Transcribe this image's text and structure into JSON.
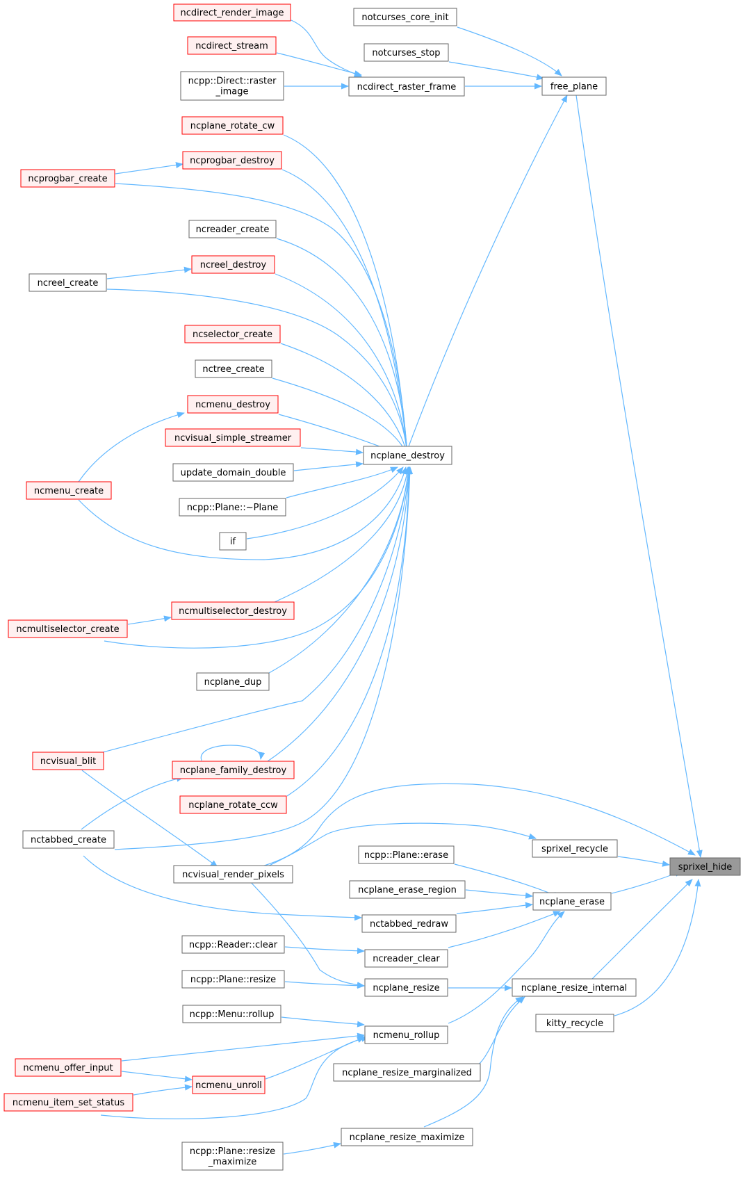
{
  "colors": {
    "edge": "#63b8ff",
    "node_border": "#666666",
    "node_fill": "#ffffff",
    "truncated_border": "#ff0000",
    "truncated_fill": "#fff0f0",
    "focus_fill": "#999999"
  },
  "nodes": [
    {
      "id": "n_ncdirect_render_image",
      "label": "ncdirect_render_image",
      "style": "truncated"
    },
    {
      "id": "n_notcurses_core_init",
      "label": "notcurses_core_init",
      "style": "normal"
    },
    {
      "id": "n_ncdirect_stream",
      "label": "ncdirect_stream",
      "style": "truncated"
    },
    {
      "id": "n_notcurses_stop",
      "label": "notcurses_stop",
      "style": "normal"
    },
    {
      "id": "n_ncpp_direct_raster_image",
      "label": "ncpp::Direct::raster\n_image",
      "style": "normal"
    },
    {
      "id": "n_ncdirect_raster_frame",
      "label": "ncdirect_raster_frame",
      "style": "normal"
    },
    {
      "id": "n_free_plane",
      "label": "free_plane",
      "style": "normal"
    },
    {
      "id": "n_ncplane_rotate_cw",
      "label": "ncplane_rotate_cw",
      "style": "truncated"
    },
    {
      "id": "n_ncprogbar_destroy",
      "label": "ncprogbar_destroy",
      "style": "truncated"
    },
    {
      "id": "n_ncprogbar_create",
      "label": "ncprogbar_create",
      "style": "truncated"
    },
    {
      "id": "n_ncreader_create",
      "label": "ncreader_create",
      "style": "normal"
    },
    {
      "id": "n_ncreel_destroy",
      "label": "ncreel_destroy",
      "style": "truncated"
    },
    {
      "id": "n_ncreel_create",
      "label": "ncreel_create",
      "style": "normal"
    },
    {
      "id": "n_ncselector_create",
      "label": "ncselector_create",
      "style": "truncated"
    },
    {
      "id": "n_nctree_create",
      "label": "nctree_create",
      "style": "normal"
    },
    {
      "id": "n_ncmenu_destroy",
      "label": "ncmenu_destroy",
      "style": "truncated"
    },
    {
      "id": "n_ncvisual_simple_streamer",
      "label": "ncvisual_simple_streamer",
      "style": "truncated"
    },
    {
      "id": "n_ncplane_destroy",
      "label": "ncplane_destroy",
      "style": "normal"
    },
    {
      "id": "n_update_domain_double",
      "label": "update_domain_double",
      "style": "normal"
    },
    {
      "id": "n_ncmenu_create",
      "label": "ncmenu_create",
      "style": "truncated"
    },
    {
      "id": "n_ncpp_plane_dtor",
      "label": "ncpp::Plane::~Plane",
      "style": "normal"
    },
    {
      "id": "n_if",
      "label": "if",
      "style": "normal"
    },
    {
      "id": "n_ncmultiselector_destroy",
      "label": "ncmultiselector_destroy",
      "style": "truncated"
    },
    {
      "id": "n_ncmultiselector_create",
      "label": "ncmultiselector_create",
      "style": "truncated"
    },
    {
      "id": "n_ncplane_dup",
      "label": "ncplane_dup",
      "style": "normal"
    },
    {
      "id": "n_ncvisual_blit",
      "label": "ncvisual_blit",
      "style": "truncated"
    },
    {
      "id": "n_ncplane_family_destroy",
      "label": "ncplane_family_destroy",
      "style": "truncated"
    },
    {
      "id": "n_ncplane_rotate_ccw",
      "label": "ncplane_rotate_ccw",
      "style": "truncated"
    },
    {
      "id": "n_nctabbed_create",
      "label": "nctabbed_create",
      "style": "normal"
    },
    {
      "id": "n_sprixel_recycle",
      "label": "sprixel_recycle",
      "style": "normal"
    },
    {
      "id": "n_ncpp_plane_erase",
      "label": "ncpp::Plane::erase",
      "style": "normal"
    },
    {
      "id": "n_sprixel_hide",
      "label": "sprixel_hide",
      "style": "focus"
    },
    {
      "id": "n_ncvisual_render_pixels",
      "label": "ncvisual_render_pixels",
      "style": "normal"
    },
    {
      "id": "n_ncplane_erase_region",
      "label": "ncplane_erase_region",
      "style": "normal"
    },
    {
      "id": "n_ncplane_erase",
      "label": "ncplane_erase",
      "style": "normal"
    },
    {
      "id": "n_nctabbed_redraw",
      "label": "nctabbed_redraw",
      "style": "normal"
    },
    {
      "id": "n_ncpp_reader_clear",
      "label": "ncpp::Reader::clear",
      "style": "normal"
    },
    {
      "id": "n_ncreader_clear",
      "label": "ncreader_clear",
      "style": "normal"
    },
    {
      "id": "n_ncpp_plane_resize",
      "label": "ncpp::Plane::resize",
      "style": "normal"
    },
    {
      "id": "n_ncplane_resize",
      "label": "ncplane_resize",
      "style": "normal"
    },
    {
      "id": "n_ncplane_resize_internal",
      "label": "ncplane_resize_internal",
      "style": "normal"
    },
    {
      "id": "n_ncpp_menu_rollup",
      "label": "ncpp::Menu::rollup",
      "style": "normal"
    },
    {
      "id": "n_kitty_recycle",
      "label": "kitty_recycle",
      "style": "normal"
    },
    {
      "id": "n_ncmenu_rollup",
      "label": "ncmenu_rollup",
      "style": "normal"
    },
    {
      "id": "n_ncmenu_offer_input",
      "label": "ncmenu_offer_input",
      "style": "truncated"
    },
    {
      "id": "n_ncplane_resize_marginalized",
      "label": "ncplane_resize_marginalized",
      "style": "normal"
    },
    {
      "id": "n_ncmenu_unroll",
      "label": "ncmenu_unroll",
      "style": "truncated"
    },
    {
      "id": "n_ncmenu_item_set_status",
      "label": "ncmenu_item_set_status",
      "style": "truncated"
    },
    {
      "id": "n_ncplane_resize_maximize",
      "label": "ncplane_resize_maximize",
      "style": "normal"
    },
    {
      "id": "n_ncpp_plane_resize_maximize",
      "label": "ncpp::Plane::resize\n_maximize",
      "style": "normal"
    }
  ]
}
